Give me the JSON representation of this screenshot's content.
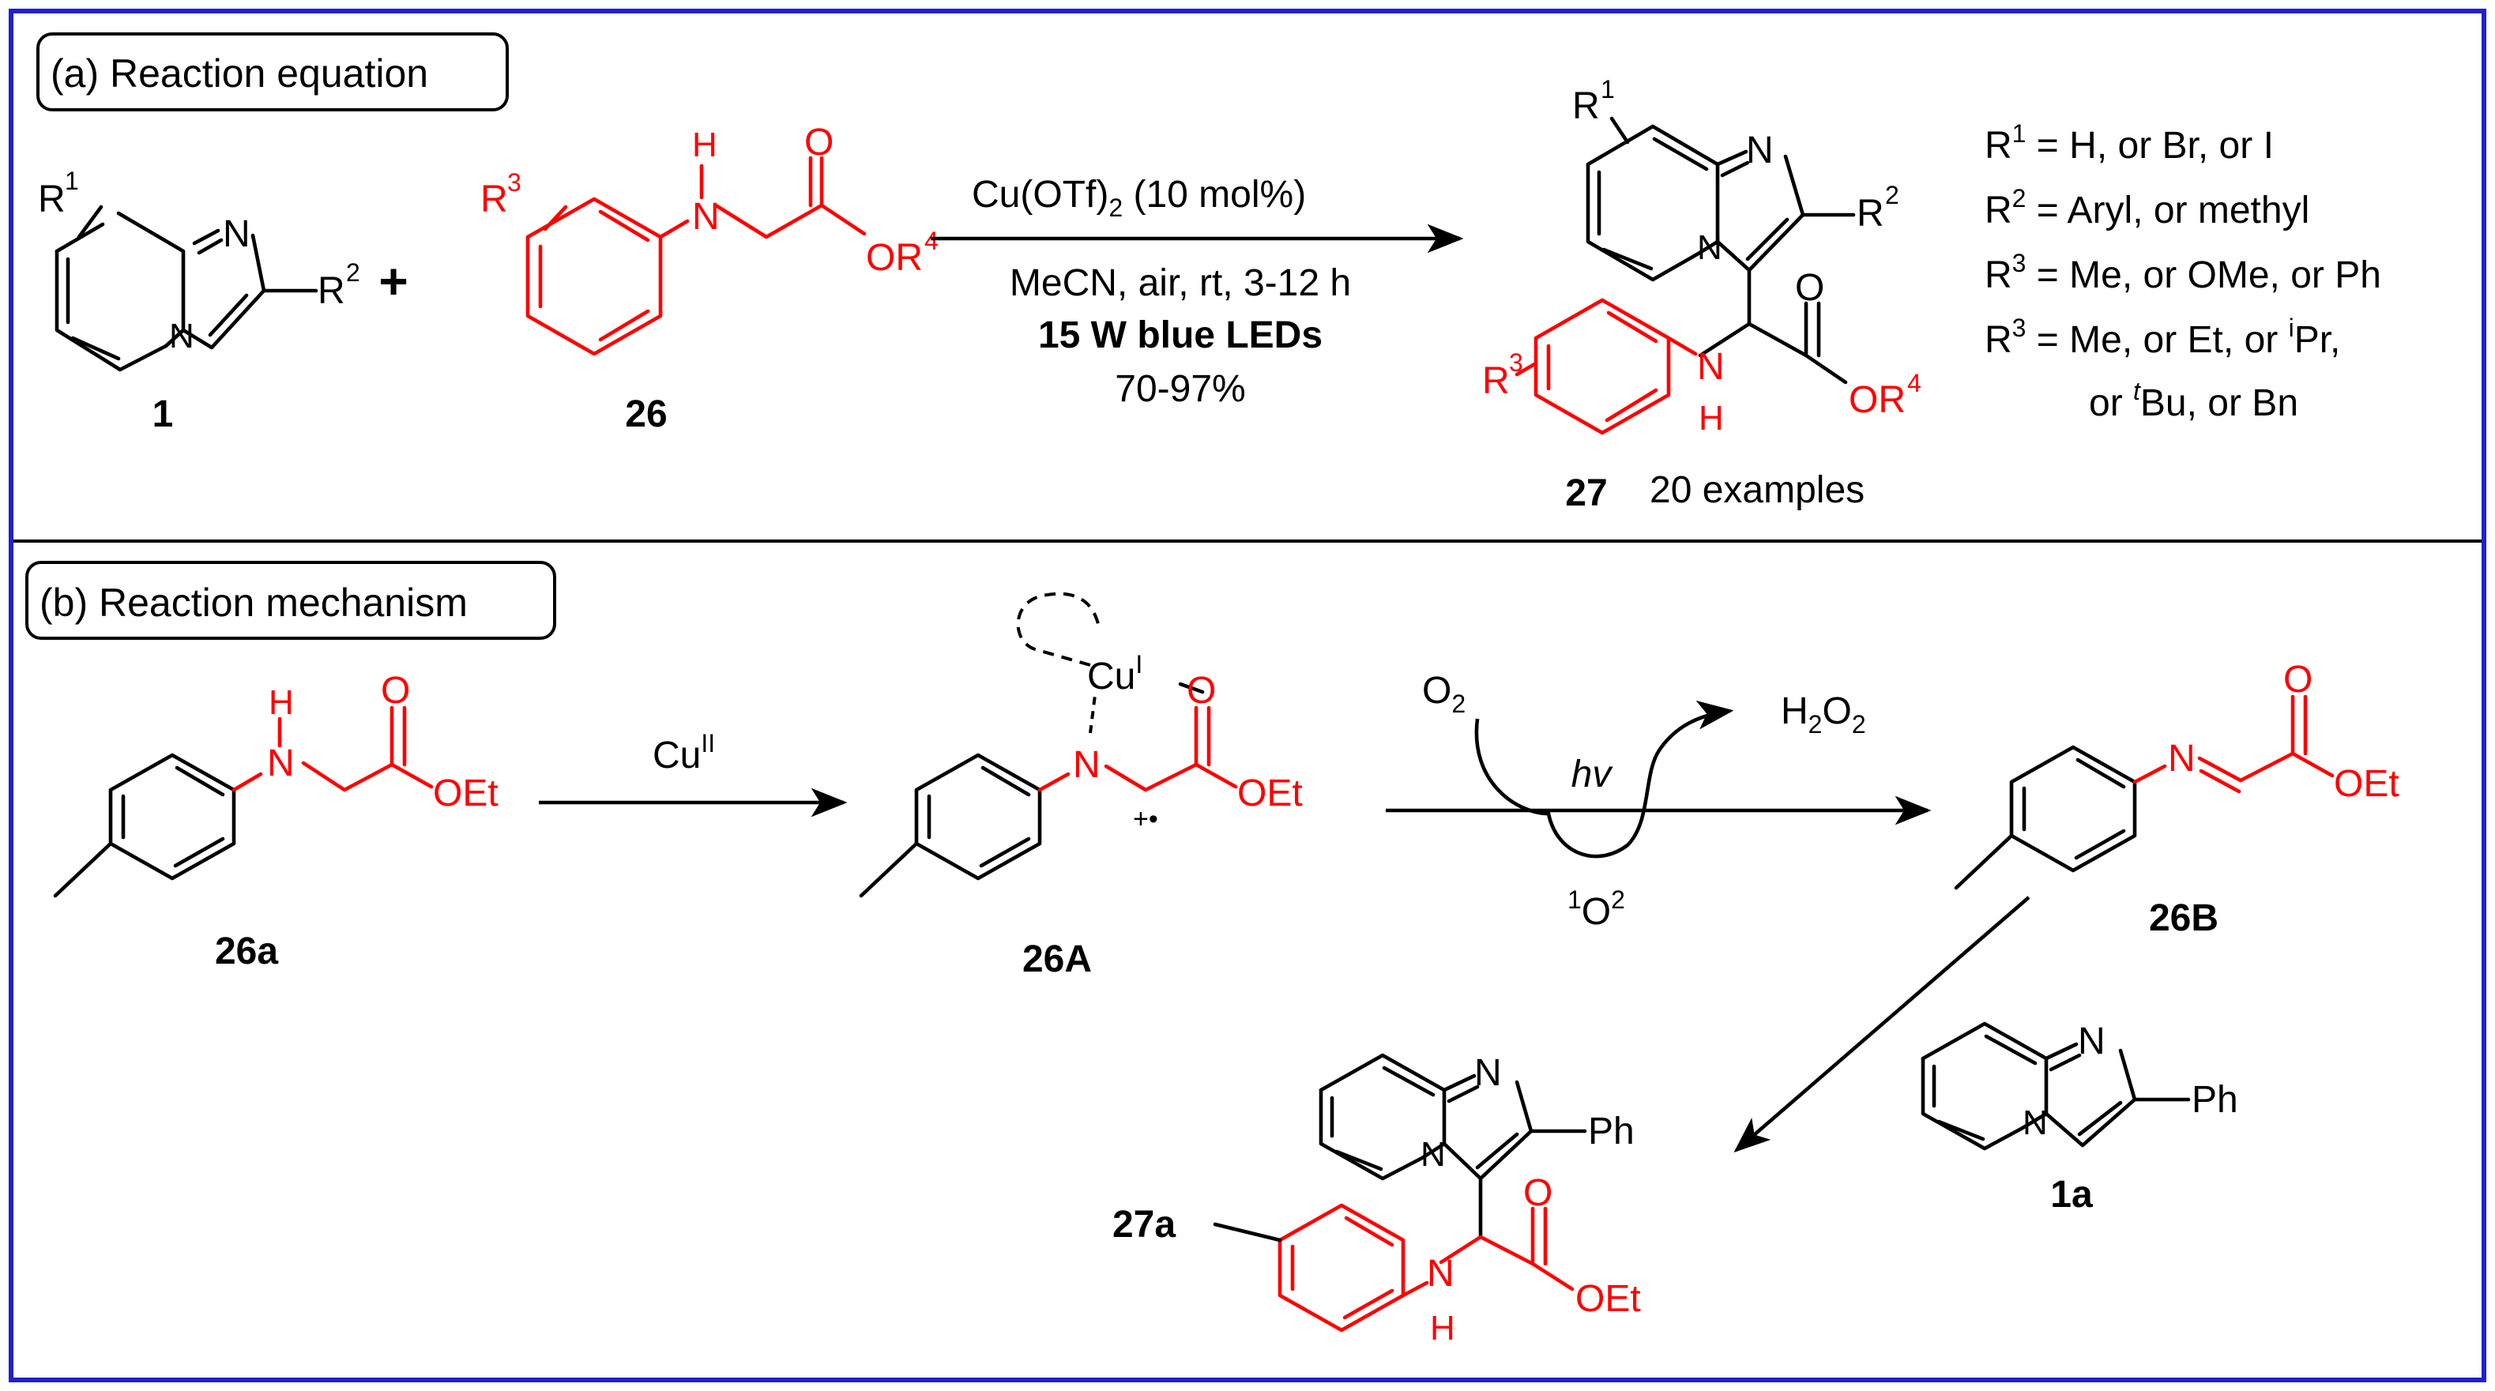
{
  "panel_a": {
    "label": "(a) Reaction equation",
    "reactant1": {
      "id": "1",
      "subst_r1": "R",
      "subst_r1_sup": "1",
      "subst_r2": "R",
      "subst_r2_sup": "2",
      "atom_n1": "N",
      "atom_n2": "N"
    },
    "plus": "+",
    "reactant2": {
      "id": "26",
      "subst_r3": "R",
      "subst_r3_sup": "3",
      "nh": "H",
      "n": "N",
      "o": "O",
      "or": "OR",
      "or_sup": "4"
    },
    "conditions": {
      "catalyst": "Cu(OTf)",
      "catalyst_sub": "2",
      "catalyst_tail": " (10 mol%)",
      "line2": "MeCN, air, rt, 3-12 h",
      "line3": "15 W blue LEDs",
      "yield": "70-97%"
    },
    "product": {
      "id": "27",
      "count": "20 examples",
      "subst_r1": "R",
      "subst_r1_sup": "1",
      "subst_r2": "R",
      "subst_r2_sup": "2",
      "subst_r3": "R",
      "subst_r3_sup": "3",
      "n": "N",
      "h": "H",
      "o": "O",
      "or": "OR",
      "or_sup": "4"
    },
    "substituents": {
      "r1_lbl": "R",
      "r1_sup": "1",
      "r1_text": " = H, or Br, or I",
      "r2_lbl": "R",
      "r2_sup": "2",
      "r2_text": " = Aryl, or methyl",
      "r3_lbl": "R",
      "r3_sup": "3",
      "r3_text": " = Me, or OMe, or Ph",
      "r4_lbl": "R",
      "r4_sup": "3",
      "r4_text_a": " = Me, or Et, or ",
      "r4_pr_sup": "i",
      "r4_pr": "Pr,",
      "r4_line2_a": "or ",
      "r4_bu_sup": "t",
      "r4_line2_b": "Bu, or Bn"
    }
  },
  "panel_b": {
    "label": "(b) Reaction mechanism",
    "start": {
      "id": "26a",
      "nh": "H",
      "n": "N",
      "o": "O",
      "oet": "OEt"
    },
    "step1": {
      "reagent": "Cu",
      "reagent_sup": "II"
    },
    "complex": {
      "id": "26A",
      "cu": "Cu",
      "cu_sup": "I",
      "o": "O",
      "n": "N",
      "oet": "OEt",
      "radical": "+•"
    },
    "step2": {
      "o2": "O",
      "o2_sub": "2",
      "h2o2_a": "H",
      "h2o2_sub1": "2",
      "h2o2_b": "O",
      "h2o2_sub2": "2",
      "hv": "hv",
      "singlet_sup": "1",
      "singlet": "O",
      "singlet_tail": "2"
    },
    "imine": {
      "id": "26B",
      "n": "N",
      "o": "O",
      "oet": "OEt"
    },
    "partner": {
      "id": "1a",
      "n1": "N",
      "n2": "N",
      "ph": "Ph"
    },
    "product": {
      "id": "27a",
      "n1": "N",
      "n2": "N",
      "ph": "Ph",
      "nh": "N",
      "h": "H",
      "o": "O",
      "oet": "OEt"
    }
  }
}
